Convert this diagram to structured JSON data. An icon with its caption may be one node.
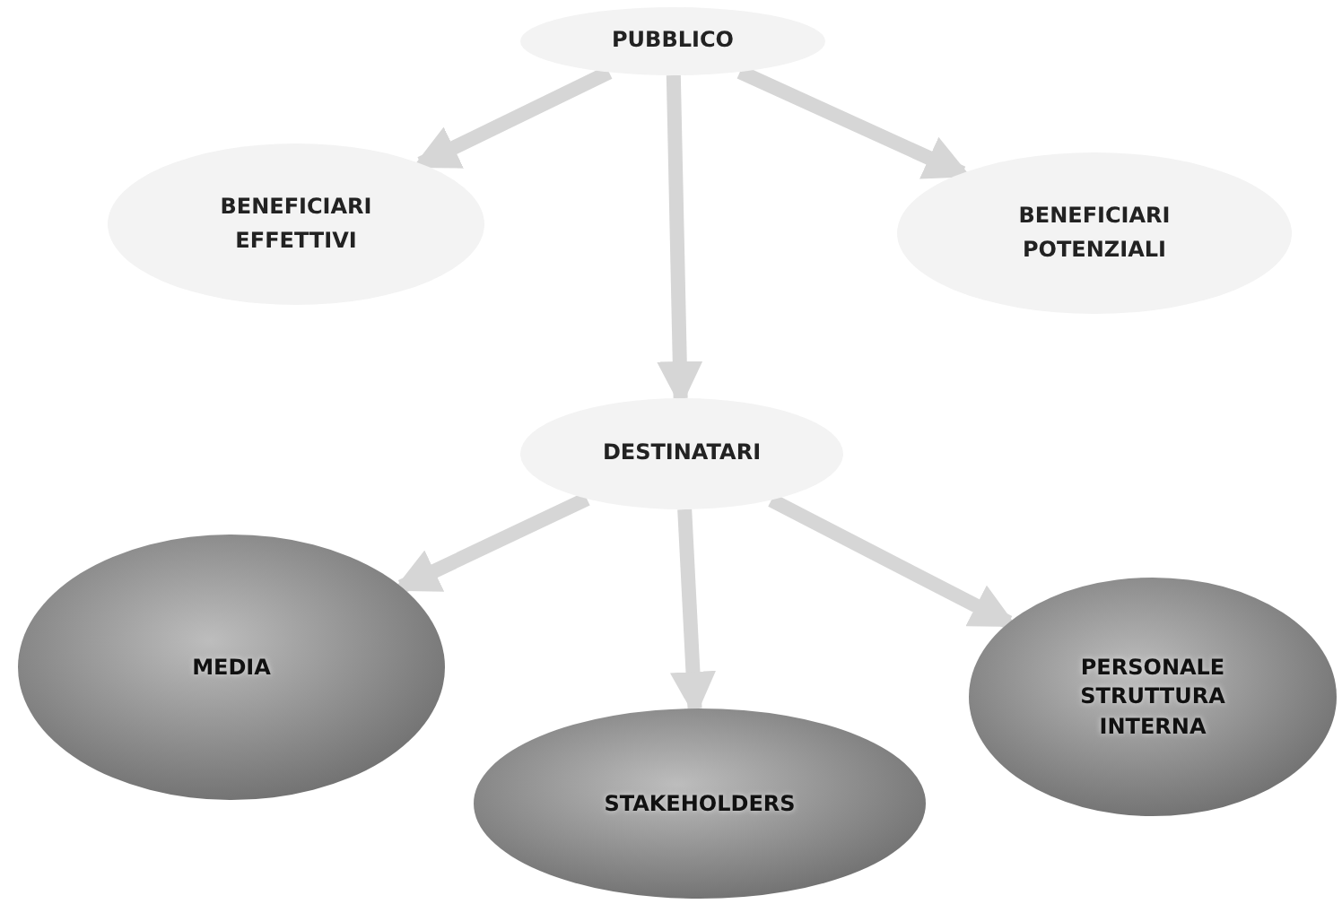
{
  "diagram": {
    "nodes": [
      {
        "text": [
          "PUBBLICO"
        ]
      },
      {
        "text": [
          "BENEFICIARI EFFETTIVI"
        ]
      },
      {
        "text": [
          "BENEFICIARI POTENZIALI"
        ]
      },
      {
        "text": [
          "DESTINATARI"
        ]
      },
      {
        "text": [
          "MEDIA"
        ]
      },
      {
        "text": [
          "STAKEHOLDERS"
        ]
      },
      {
        "text": [
          "PERSONALE STRUTTURA INTERNA"
        ]
      }
    ],
    "edges": [
      {
        "from": 0,
        "to": 1,
        "arrow": "to"
      },
      {
        "from": 0,
        "to": 3,
        "arrow": "to"
      },
      {
        "from": 0,
        "to": 2,
        "arrow": "to"
      },
      {
        "from": 3,
        "to": 4,
        "arrow": "to"
      },
      {
        "from": 3,
        "to": 5,
        "arrow": "to"
      },
      {
        "from": 3,
        "to": 6,
        "arrow": "to"
      }
    ]
  }
}
